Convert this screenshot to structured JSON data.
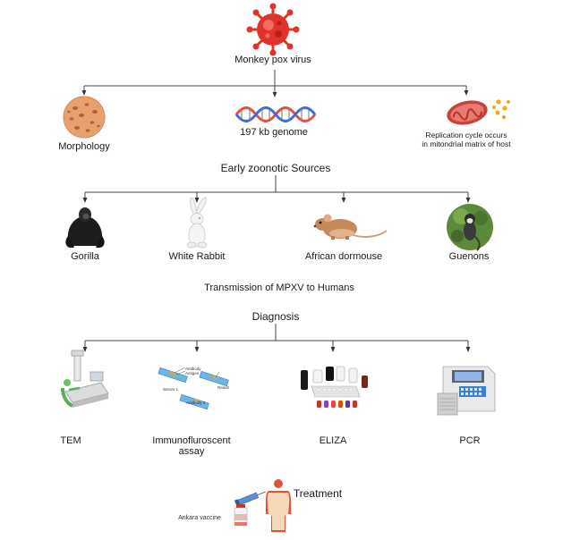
{
  "root": {
    "label": "Monkey pox virus"
  },
  "features": {
    "morphology": "Morphology",
    "genome": "197 kb genome",
    "replication_line1": "Replication cycle occurs",
    "replication_line2": "in mitondrial matrix of host"
  },
  "sources": {
    "heading": "Early zoonotic Sources",
    "items": [
      "Gorilla",
      "White Rabbit",
      "African dormouse",
      "Guenons"
    ]
  },
  "transmission": {
    "label": "Transmission of MPXV to Humans"
  },
  "diagnosis": {
    "heading": "Diagnosis",
    "methods": [
      "TEM",
      "Immunofluroscent",
      "assay",
      "ELIZA",
      "PCR"
    ]
  },
  "treatment": {
    "heading": "Treatment",
    "vaccine": "Ankara vaccine"
  },
  "assay_labels": [
    "Antibody",
    "Antigen",
    "Serum 1",
    "Result",
    "Antibody 2"
  ],
  "colors": {
    "virus": "#e0332b",
    "dna_a": "#e0533b",
    "dna_b": "#3b6fd6",
    "mitochondria": "#c6433a",
    "line": "#444444"
  }
}
